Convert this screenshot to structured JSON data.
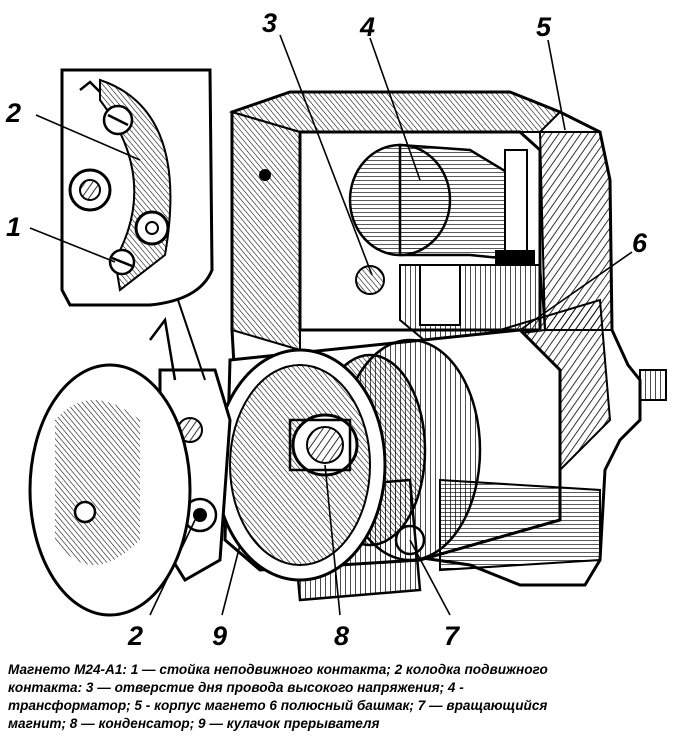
{
  "labels": {
    "n1": "1",
    "n2_top": "2",
    "n3": "3",
    "n4": "4",
    "n5": "5",
    "n6": "6",
    "n2_bottom": "2",
    "n9": "9",
    "n8": "8",
    "n7": "7"
  },
  "caption": {
    "line1": "Магнето М24-А1: 1 — стойка неподвижного контакта; 2 колодка подвижного",
    "line2": "контакта: 3 — отверстие дня провода высокого напряжения; 4 -",
    "line3": "трансформатор; 5 - корпус магнето 6 полюсный башмак; 7 — вращающийся",
    "line4": "магнит; 8 — конденсатор; 9 — кулачок прерывателя"
  }
}
